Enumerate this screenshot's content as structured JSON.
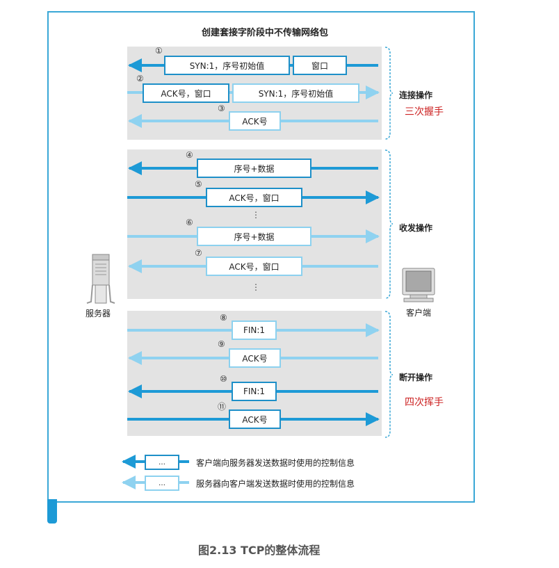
{
  "title": "创建套接字阶段中不传输网络包",
  "phases": {
    "connect": "连接操作",
    "transfer": "收发操作",
    "disconnect": "断开操作"
  },
  "notes": {
    "handshake": "三次握手",
    "wave": "四次挥手"
  },
  "steps": {
    "s1": {
      "num": "①",
      "box1": "SYN:1，序号初始值",
      "box2": "窗口"
    },
    "s2": {
      "num": "②",
      "box1": "ACK号，窗口",
      "box2": "SYN:1，序号初始值"
    },
    "s3": {
      "num": "③",
      "box1": "ACK号"
    },
    "s4": {
      "num": "④",
      "box1": "序号+数据"
    },
    "s5": {
      "num": "⑤",
      "box1": "ACK号，窗口"
    },
    "s6": {
      "num": "⑥",
      "box1": "序号+数据"
    },
    "s7": {
      "num": "⑦",
      "box1": "ACK号，窗口"
    },
    "s8": {
      "num": "⑧",
      "box1": "FIN:1"
    },
    "s9": {
      "num": "⑨",
      "box1": "ACK号"
    },
    "s10": {
      "num": "⑩",
      "box1": "FIN:1"
    },
    "s11": {
      "num": "⑪",
      "box1": "ACK号"
    }
  },
  "ellipsis": "⋮",
  "server_label": "服务器",
  "client_label": "客户端",
  "legend": {
    "box": "…",
    "client_to_server": "客户端向服务器发送数据时使用的控制信息",
    "server_to_client": "服务器向客户端发送数据时使用的控制信息"
  },
  "colors": {
    "dark_arrow": "#1d9ad6",
    "light_arrow": "#8fd2f0",
    "panel": "#e3e3e3",
    "frame": "#39a7d6",
    "note": "#cc2222"
  },
  "icons": [
    "server-icon",
    "client-computer-icon"
  ],
  "caption": "图2.13 TCP的整体流程"
}
